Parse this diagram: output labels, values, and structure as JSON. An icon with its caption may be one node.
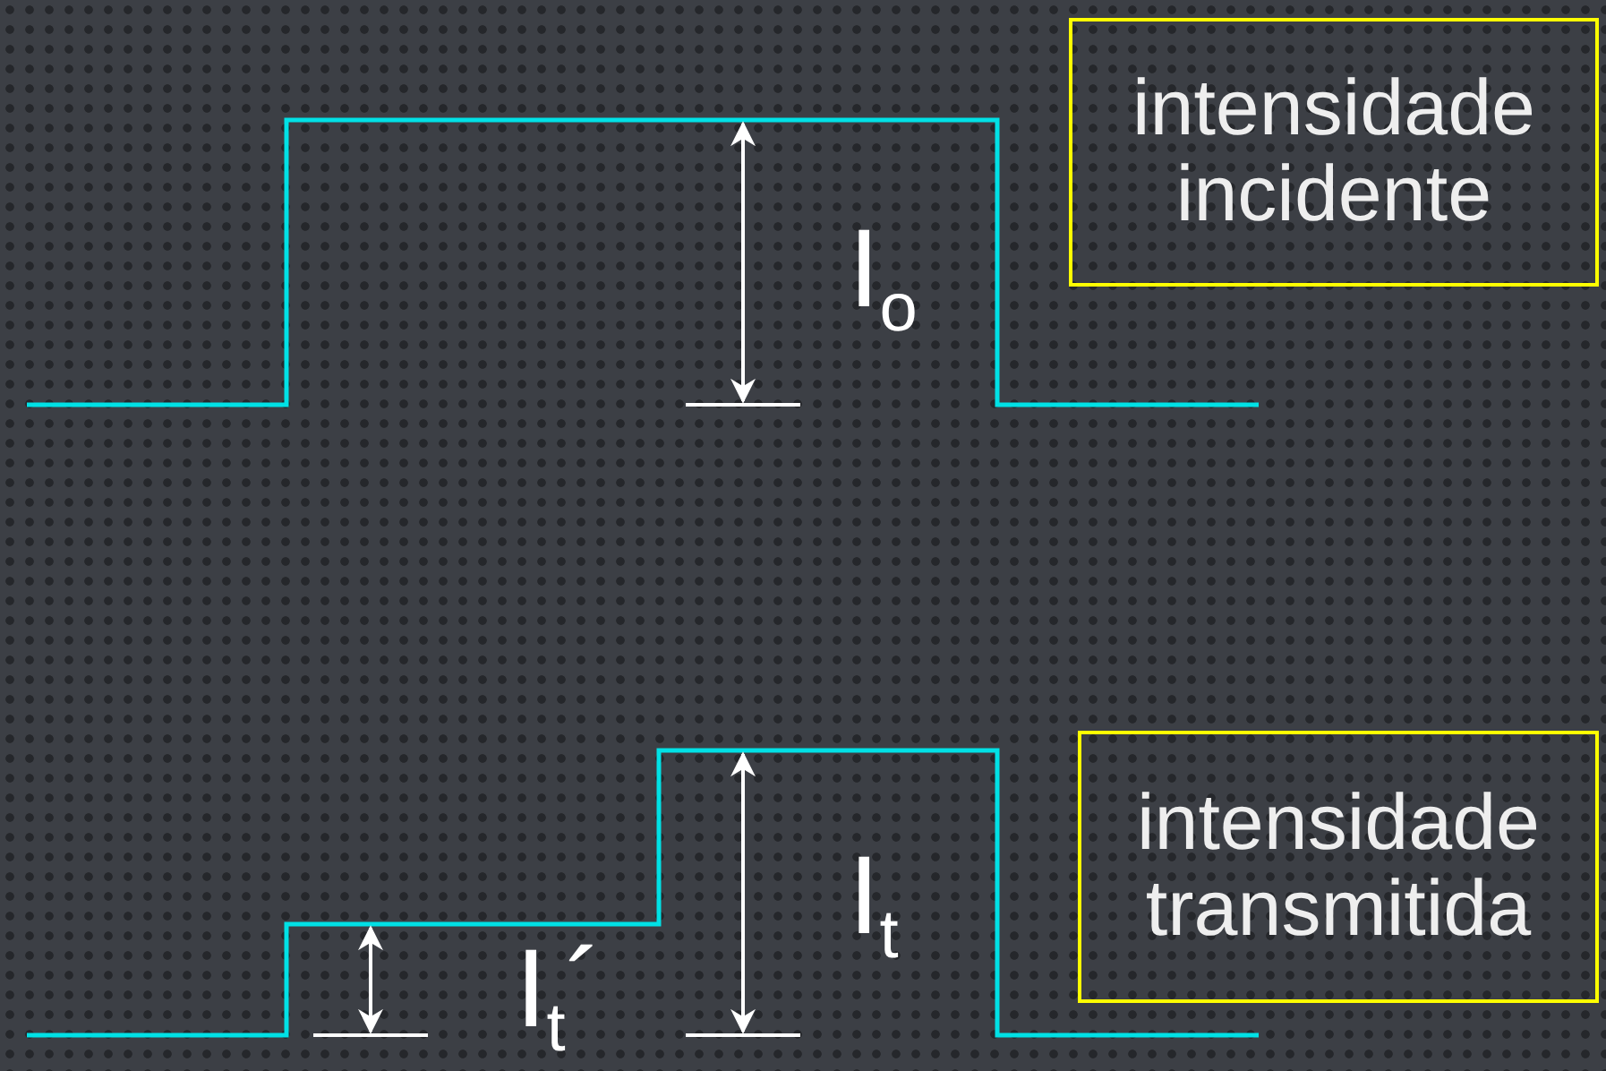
{
  "diagram": {
    "nodes": [
      {
        "text": [
          "intensidade incidente"
        ]
      },
      {
        "text": [
          "intensidade transmitida"
        ]
      }
    ],
    "labels": [
      "I$_{o}$",
      "I$_{t}$",
      "I$_{t}$´"
    ]
  }
}
